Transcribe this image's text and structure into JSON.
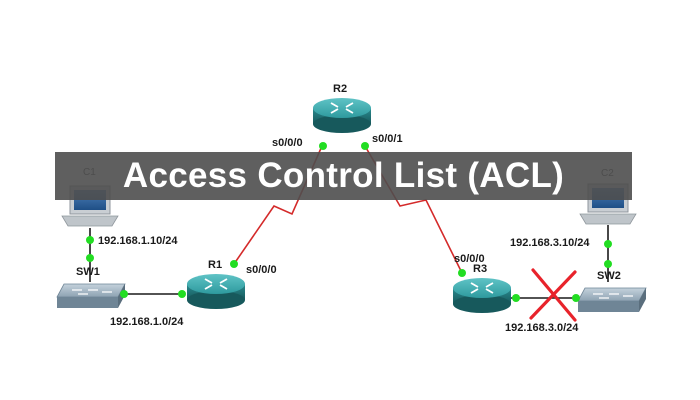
{
  "banner": {
    "title": "Access Control List (ACL)"
  },
  "devices": {
    "r1": "R1",
    "r2": "R2",
    "r3": "R3",
    "sw1": "SW1",
    "sw2": "SW2",
    "c1": "C1",
    "c2": "C2"
  },
  "interfaces": {
    "r2_left": "s0/0/0",
    "r2_right": "s0/0/1",
    "r1_serial": "s0/0/0",
    "r3_serial": "s0/0/0"
  },
  "networks": {
    "c1_ip": "192.168.1.10/24",
    "lan1": "192.168.1.0/24",
    "c2_ip": "192.168.3.10/24",
    "lan3": "192.168.3.0/24"
  },
  "colors": {
    "link": "#1a1a1a",
    "serial": "#d42a2a",
    "port": "#22dd22",
    "router": "#2a8f93",
    "blocked": "#e8232b",
    "banner": "#4e4e4e"
  }
}
